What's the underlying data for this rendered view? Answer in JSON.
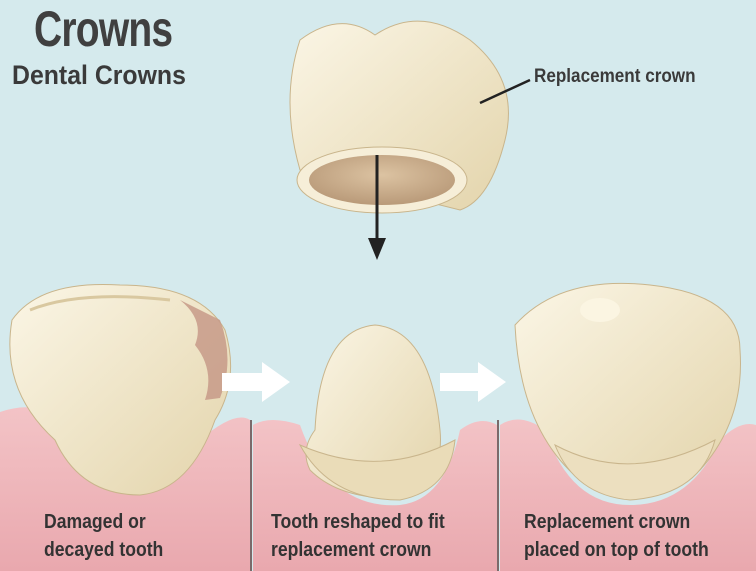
{
  "header": {
    "title": "Crowns",
    "subtitle": "Dental Crowns"
  },
  "labels": {
    "replacement_crown": "Replacement crown"
  },
  "steps": [
    {
      "line1": "Damaged or",
      "line2": "decayed tooth"
    },
    {
      "line1": "Tooth reshaped to fit",
      "line2": "replacement crown"
    },
    {
      "line1": "Replacement crown",
      "line2": "placed on top of tooth"
    }
  ],
  "colors": {
    "background": "#d5eaed",
    "gum": "#efb7bc",
    "tooth": "#f2e8cd",
    "text": "#3a3a3a"
  }
}
